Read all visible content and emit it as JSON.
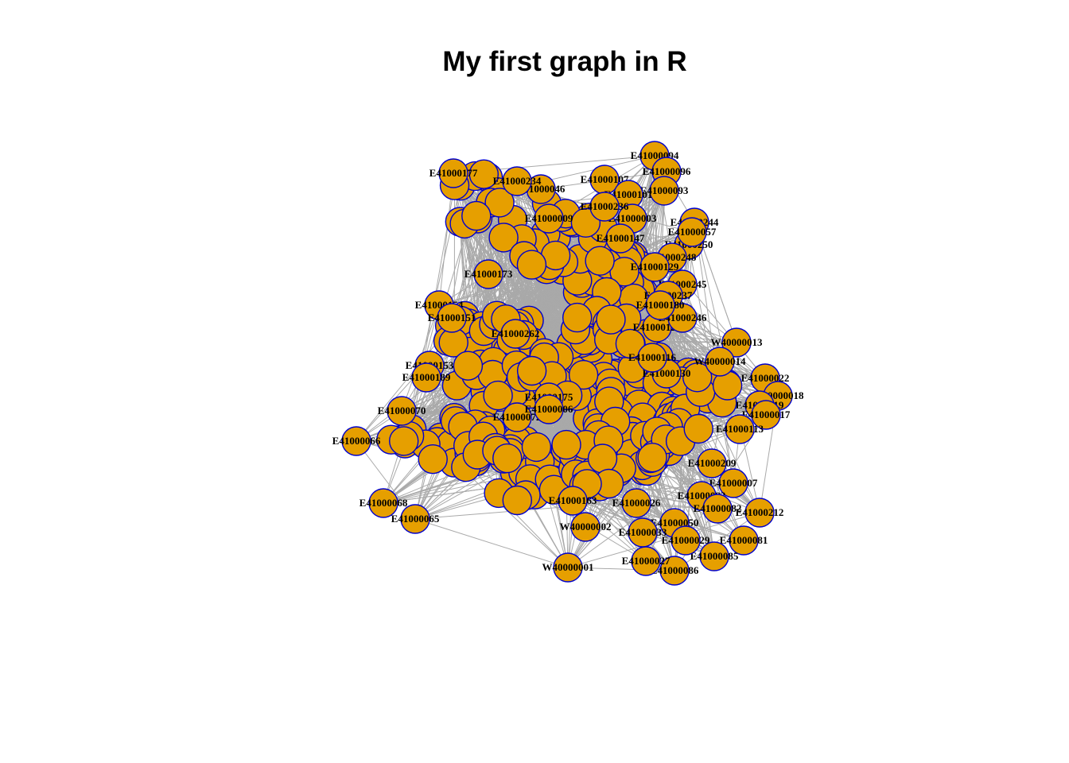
{
  "title": "My first graph in R",
  "style": {
    "edge_color": "#a9a9a9",
    "node_fill": "#e69f00",
    "node_stroke": "#0000cc",
    "label_color": "#000000"
  },
  "graph": {
    "labeled_nodes": [
      "E41000094",
      "E41000096",
      "E41000093",
      "E41000177",
      "E41000244",
      "E41000250",
      "E41000245",
      "E41000237",
      "E41000154",
      "E41000151",
      "E41000173",
      "W40000013",
      "W40000014",
      "E41000022",
      "W40000018",
      "E41000019",
      "E41000017",
      "E41000153",
      "E41000189",
      "E41000070",
      "E41000066",
      "E41000068",
      "E41000065",
      "E41000209",
      "E41000007",
      "E41000212",
      "E41000081",
      "E41000085",
      "E41000086",
      "E41000027",
      "W40000002",
      "W40000001",
      "E41000124",
      "E41000262",
      "E41000175",
      "E41000246",
      "E41000248",
      "E41000180",
      "E41000130",
      "E41000129",
      "E41000113",
      "E41000026",
      "E41000050",
      "E41000083",
      "E41000082",
      "E41000029",
      "E41000033",
      "E41000163",
      "E41000072",
      "E41000006",
      "E41000107",
      "E41000046",
      "E41000234",
      "E41000101",
      "E41000003",
      "E41000236",
      "E41000147",
      "E41000057",
      "E41000009",
      "E41000116"
    ]
  }
}
